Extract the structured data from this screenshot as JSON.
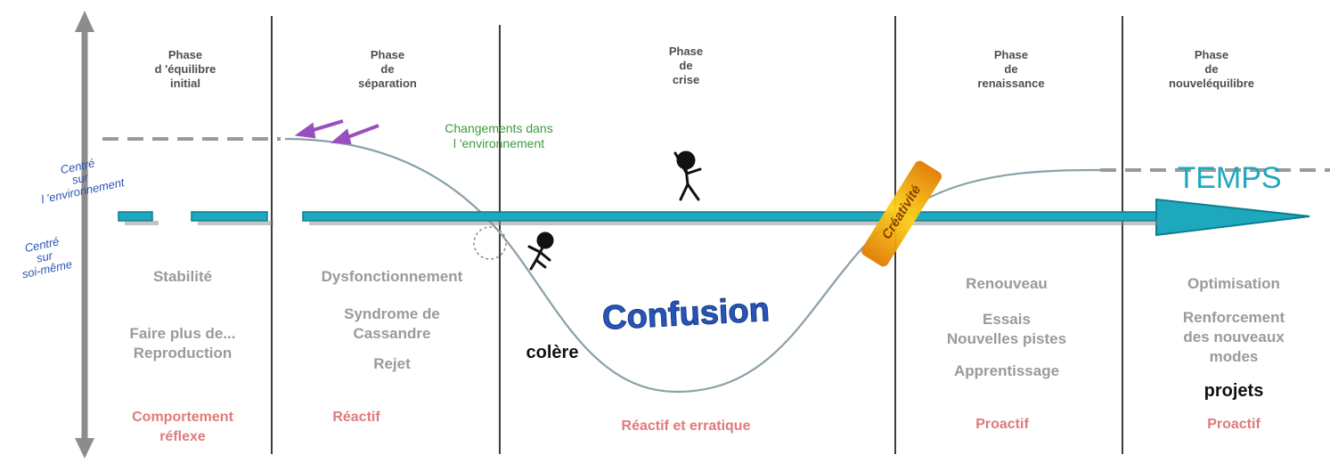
{
  "phases": [
    {
      "title": "Phase\nd 'équilibre\ninitial",
      "states": [
        "Stabilité",
        "Faire plus de...\nReproduction"
      ],
      "behavior": "Comportement\nréflexe"
    },
    {
      "title": "Phase\nde\nséparation",
      "states": [
        "Dysfonctionnement",
        "Syndrome de\nCassandre",
        "Rejet"
      ],
      "behavior": "Réactif"
    },
    {
      "title": "Phase\nde\ncrise",
      "states": [],
      "behavior": "Réactif et erratique"
    },
    {
      "title": "Phase\nde\nrenaissance",
      "states": [
        "Renouveau",
        "Essais\nNouvelles pistes",
        "Apprentissage"
      ],
      "behavior": "Proactif"
    },
    {
      "title": "Phase\nde\nnouveléquilibre",
      "states": [
        "Optimisation",
        "Renforcement\ndes nouveaux\nmodes"
      ],
      "behavior": "Proactif"
    }
  ],
  "axis": {
    "top_label": "Centré\nsur\nl 'environnement",
    "bottom_label": "Centré\nsur\nsoi-même"
  },
  "time_label": "TEMPS",
  "change_label": "Changements dans\nl 'environnement",
  "confusion_label": "Confusion",
  "anger_label": "colère",
  "projects_label": "projets",
  "creativity_label": "Créativité",
  "colors": {
    "axis_arrow": "#1ea8bd",
    "axis_arrow_dark": "#0d7e92",
    "curve": "#8aa0a8",
    "divider": "#3c3c3c",
    "confusion": "#2a55b6",
    "change_text": "#3d9b3d",
    "purple_arrows": "#9a4fc0",
    "creativity": "#f2c200"
  }
}
